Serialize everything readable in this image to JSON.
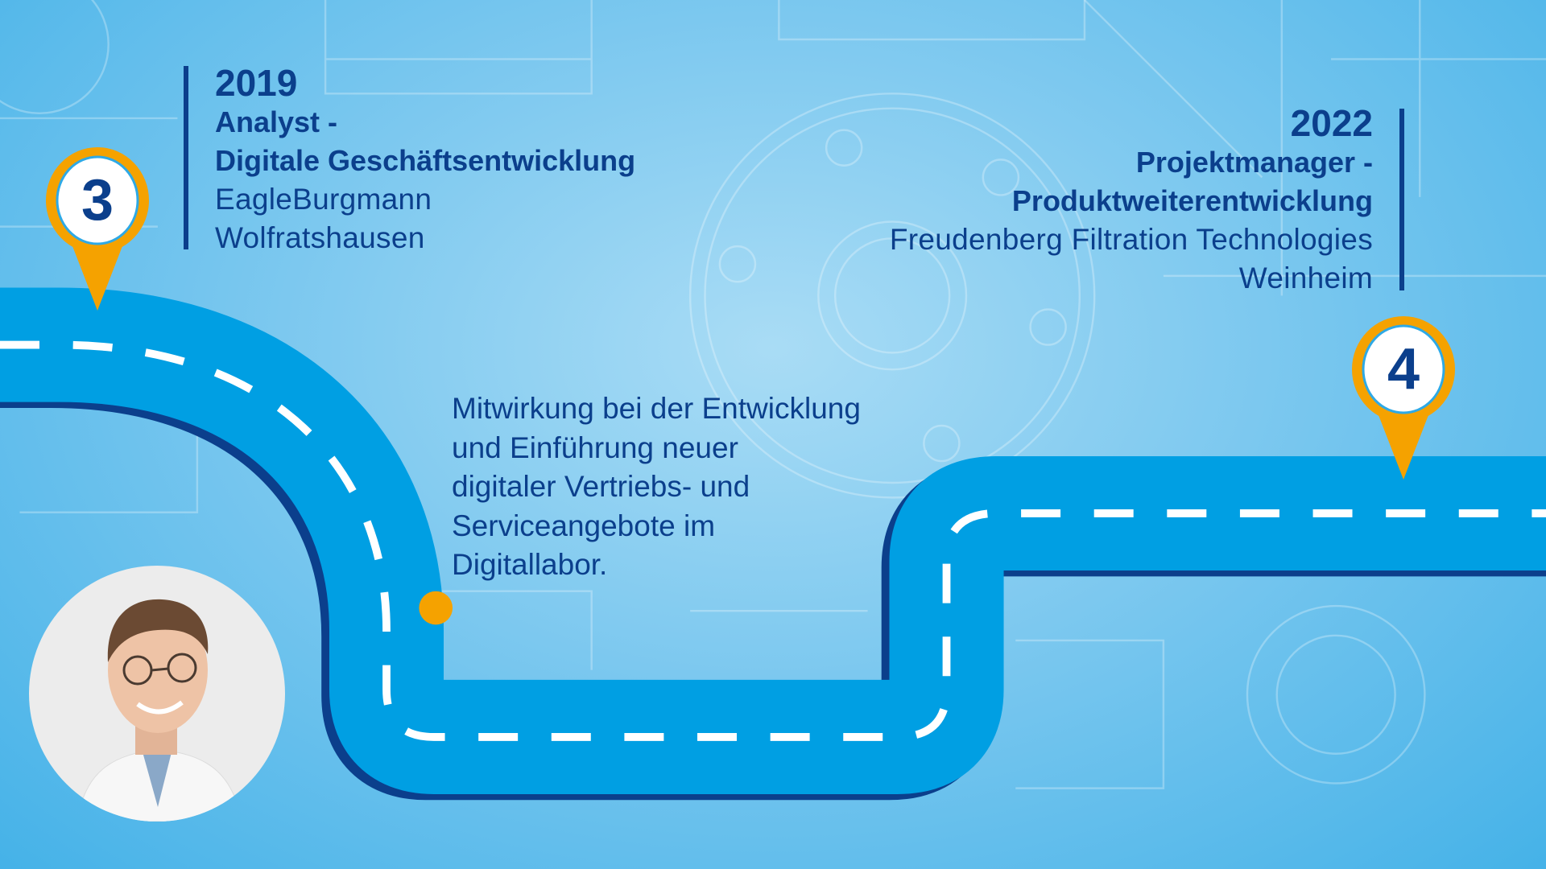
{
  "milestones": [
    {
      "number": "3",
      "year": "2019",
      "title_lines": [
        "Analyst -",
        "Digitale Geschäftsentwicklung"
      ],
      "company": "EagleBurgmann",
      "location": "Wolfratshausen"
    },
    {
      "number": "4",
      "year": "2022",
      "title_lines": [
        "Projektmanager -",
        "Produktweiterentwicklung"
      ],
      "company": "Freudenberg Filtration Technologies",
      "location": "Weinheim"
    }
  ],
  "description_lines": [
    "Mitwirkung bei der Entwicklung",
    "und Einführung neuer",
    "digitaler Vertriebs- und",
    "Serviceangebote im",
    "Digitallabor."
  ],
  "colors": {
    "road": "#009fe3",
    "road_edge": "#0b3f8c",
    "pin": "#f5a200",
    "text": "#0b3f8c",
    "dash": "#ffffff"
  }
}
